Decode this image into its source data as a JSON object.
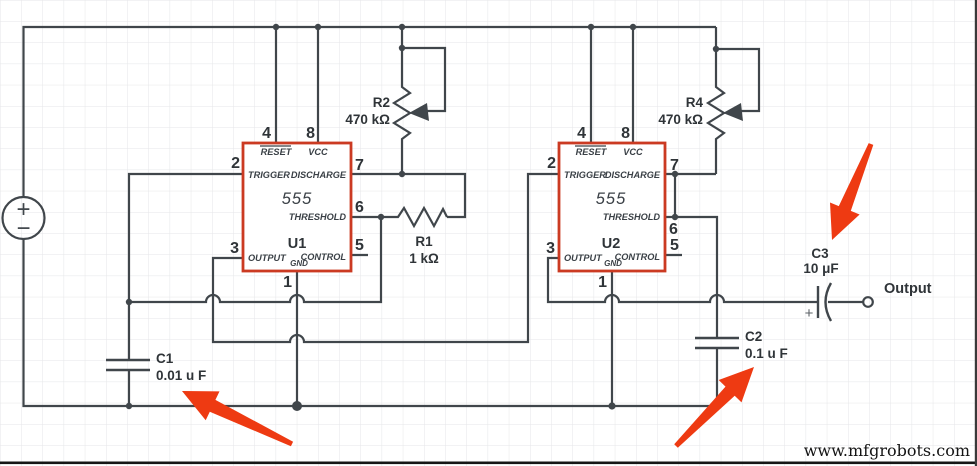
{
  "schematic": {
    "chips": {
      "part": "555",
      "u1_ref": "U1",
      "u2_ref": "U2",
      "pin_labels": {
        "reset": "RESET",
        "vcc": "VCC",
        "trigger": "TRIGGER",
        "discharge": "DISCHARGE",
        "threshold": "THRESHOLD",
        "output": "OUTPUT",
        "gnd": "GND",
        "control": "CONTROL"
      },
      "pin_numbers": {
        "reset": "4",
        "vcc": "8",
        "trigger": "2",
        "discharge": "7",
        "threshold": "6",
        "output": "3",
        "gnd": "1",
        "control": "5"
      }
    },
    "resistors": {
      "r1": {
        "ref": "R1",
        "value": "1 kΩ"
      },
      "r2": {
        "ref": "R2",
        "value": "470 kΩ"
      },
      "r4": {
        "ref": "R4",
        "value": "470 kΩ"
      }
    },
    "capacitors": {
      "c1": {
        "ref": "C1",
        "value": "0.01 u F"
      },
      "c2": {
        "ref": "C2",
        "value": "0.1 u F"
      },
      "c3": {
        "ref": "C3",
        "value": "10 μF",
        "polarity": "+"
      }
    },
    "source": {
      "plus": "+",
      "minus": "−"
    },
    "output_label": "Output",
    "watermark": "www.mfgrobots.com",
    "colors": {
      "wire": "#40464b",
      "chip_border": "#cb3a22",
      "arrow": "#ee3a12",
      "grid": "#e5e6e8",
      "text": "#2f3438"
    }
  }
}
